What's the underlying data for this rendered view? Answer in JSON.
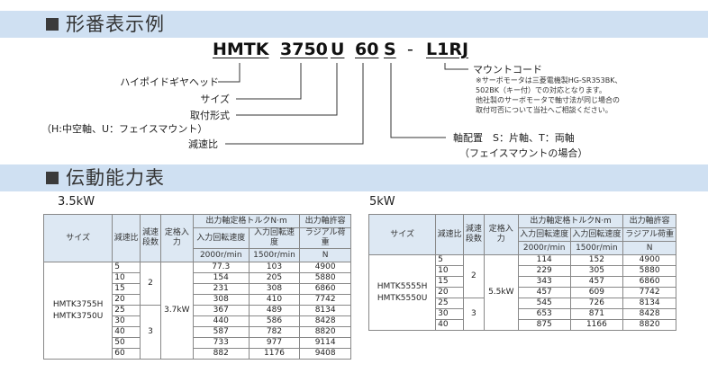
{
  "section1": {
    "title": "形番表示例"
  },
  "model_code": {
    "p1": "HMTK",
    "p2": "3750",
    "p3": "U",
    "p4": "60",
    "p5": "S",
    "dash": "-",
    "p6": "L1RJ"
  },
  "legend": {
    "gearhead": "ハイポイドギヤヘッド",
    "size": "サイズ",
    "mount": "取付形式",
    "mount_sub": "（H:中空軸、U：フェイスマウント）",
    "ratio": "減速比",
    "shaft": "軸配置　S：片軸、T：両軸",
    "shaft_sub": "（フェイスマウントの場合）",
    "motor_code": "マウントコード",
    "motor_note1": "※サーボモータは三菱電機製HG-SR353BK、",
    "motor_note2": "502BK（キー付）での対応となります。",
    "motor_note3": "他社製のサーボモータで軸寸法が同じ場合の",
    "motor_note4": "取付可否について当社へご相談ください。"
  },
  "section2": {
    "title": "伝動能力表"
  },
  "headers": {
    "size": "サイズ",
    "ratio": "減速比",
    "stages": "減速段数",
    "power": "定格入力",
    "torque_group": "出力軸定格トルクN·m",
    "speed_group": "入力回転速度",
    "speed1": "2000r/min",
    "speed2": "1500r/min",
    "radial_group": "出力軸許容",
    "radial_sub": "ラジアル荷重",
    "radial_unit": "N"
  },
  "table1": {
    "caption": "3.5kW",
    "models": [
      "HMTK3755H",
      "HMTK3750U"
    ],
    "power": "3.7kW",
    "stage_groups": [
      {
        "stages": "2",
        "count": 4
      },
      {
        "stages": "3",
        "count": 5
      }
    ],
    "rows": [
      {
        "ratio": "5",
        "t1": "77.3",
        "t2": "103",
        "n": "4900"
      },
      {
        "ratio": "10",
        "t1": "154",
        "t2": "205",
        "n": "5880"
      },
      {
        "ratio": "15",
        "t1": "231",
        "t2": "308",
        "n": "6860"
      },
      {
        "ratio": "20",
        "t1": "308",
        "t2": "410",
        "n": "7742"
      },
      {
        "ratio": "25",
        "t1": "367",
        "t2": "489",
        "n": "8134"
      },
      {
        "ratio": "30",
        "t1": "440",
        "t2": "586",
        "n": "8428"
      },
      {
        "ratio": "40",
        "t1": "587",
        "t2": "782",
        "n": "8820"
      },
      {
        "ratio": "50",
        "t1": "733",
        "t2": "977",
        "n": "9114"
      },
      {
        "ratio": "60",
        "t1": "882",
        "t2": "1176",
        "n": "9408"
      }
    ]
  },
  "table2": {
    "caption": "5kW",
    "models": [
      "HMTK5555H",
      "HMTK5550U"
    ],
    "power": "5.5kW",
    "stage_groups": [
      {
        "stages": "2",
        "count": 4
      },
      {
        "stages": "3",
        "count": 3
      }
    ],
    "rows": [
      {
        "ratio": "5",
        "t1": "114",
        "t2": "152",
        "n": "4900"
      },
      {
        "ratio": "10",
        "t1": "229",
        "t2": "305",
        "n": "5880"
      },
      {
        "ratio": "15",
        "t1": "343",
        "t2": "457",
        "n": "6860"
      },
      {
        "ratio": "20",
        "t1": "457",
        "t2": "609",
        "n": "7742"
      },
      {
        "ratio": "25",
        "t1": "545",
        "t2": "726",
        "n": "8134"
      },
      {
        "ratio": "30",
        "t1": "653",
        "t2": "871",
        "n": "8428"
      },
      {
        "ratio": "40",
        "t1": "875",
        "t2": "1166",
        "n": "8820"
      }
    ]
  }
}
